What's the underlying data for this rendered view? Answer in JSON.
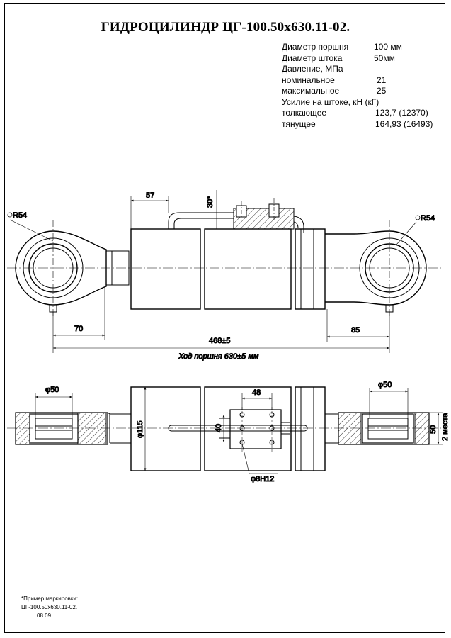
{
  "title": "ГИДРОЦИЛИНДР ЦГ-100.50х630.11-02.",
  "specs": [
    {
      "label": "Диаметр поршня",
      "value": "100 мм"
    },
    {
      "label": "Диаметр штока",
      "value": "50мм"
    },
    {
      "label": "Давление, МПа",
      "value": ""
    },
    {
      "label": "номинальное",
      "value": "21"
    },
    {
      "label": "максимальное",
      "value": "25"
    },
    {
      "label": "Усилие на штоке, кН (кГ)",
      "value": ""
    },
    {
      "label": "толкающее",
      "value": "123,7 (12370)"
    },
    {
      "label": "тянущее",
      "value": "164,93 (16493)"
    }
  ],
  "dimensions": {
    "radius_left": "R54",
    "radius_right": "R54",
    "dim_57": "57",
    "dim_30": "30*",
    "dim_70": "70",
    "dim_85": "85",
    "dim_468": "468±5",
    "stroke": "Ход поршня 630±5 мм",
    "dia_50_left": "φ50",
    "dia_50_right": "φ50",
    "dia_115": "φ115",
    "dim_48": "48",
    "dim_40": "40",
    "bolt_holes": "φ8H12",
    "dim_50_right": "50",
    "places": "2 места"
  },
  "note": {
    "heading": "*Пример маркировки:",
    "line1": "ЦГ-100.50х630.11-02.",
    "line2": "08.09"
  }
}
